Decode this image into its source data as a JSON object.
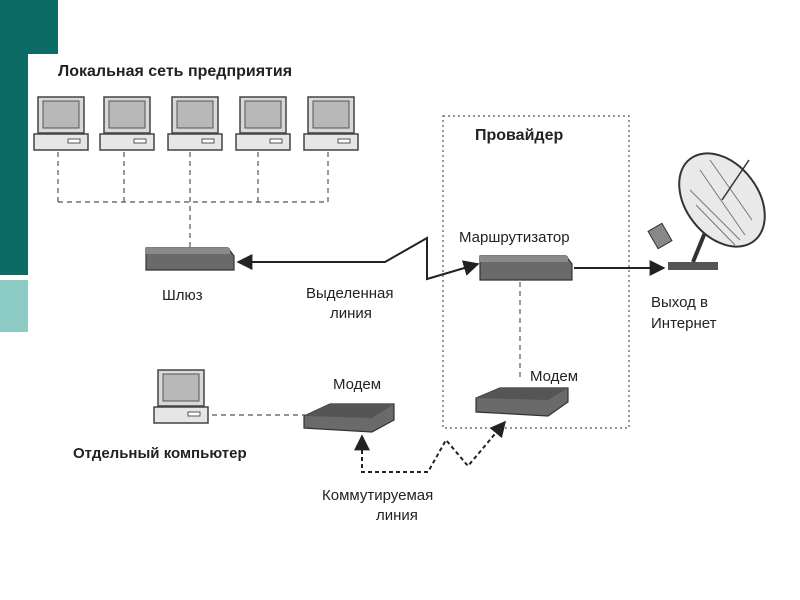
{
  "accent_colors": {
    "dark": "#0c6b64",
    "light": "#8cccc5"
  },
  "diagram": {
    "lan_title": "Локальная сеть предприятия",
    "provider_title": "Провайдер",
    "router_label": "Маршрутизатор",
    "gateway_label": "Шлюз",
    "leased_line_label_1": "Выделенная",
    "leased_line_label_2": "линия",
    "internet_label_1": "Выход в",
    "internet_label_2": "Интернет",
    "modem_left_label": "Модем",
    "modem_right_label": "Модем",
    "standalone_pc_label": "Отдельный компьютер",
    "dialup_label_1": "Коммутируемая",
    "dialup_label_2": "линия"
  }
}
